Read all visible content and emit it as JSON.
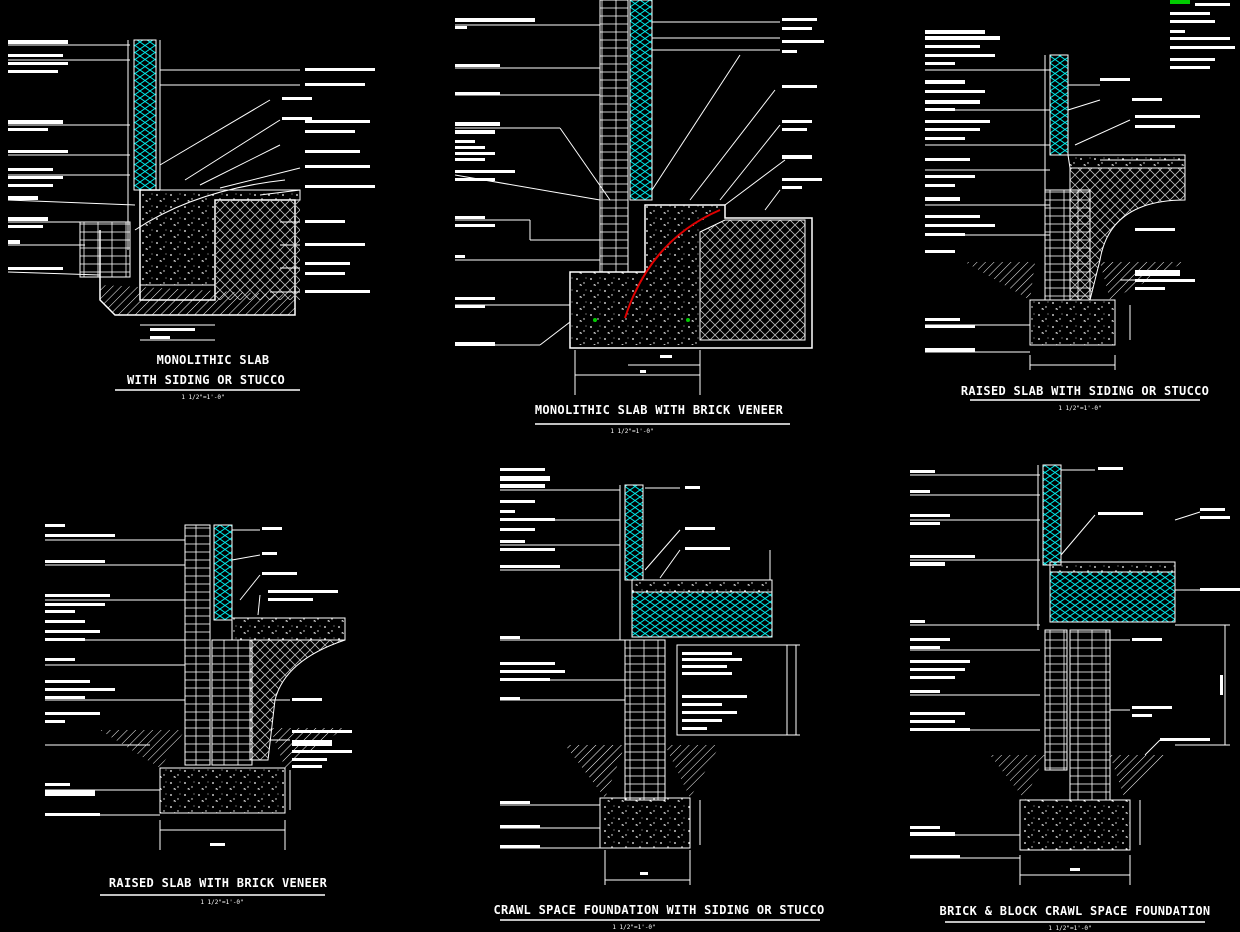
{
  "details": [
    {
      "title_line1": "MONOLITHIC SLAB",
      "title_line2": "WITH SIDING OR STUCCO",
      "scale": "1 1/2\"=1'-0\""
    },
    {
      "title_line1": "MONOLITHIC SLAB WITH BRICK VENEER",
      "scale": "1 1/2\"=1'-0\""
    },
    {
      "title_line1": "RAISED SLAB WITH SIDING OR STUCCO",
      "scale": "1 1/2\"=1'-0\""
    },
    {
      "title_line1": "RAISED SLAB WITH BRICK VENEER",
      "scale": "1 1/2\"=1'-0\""
    },
    {
      "title_line1": "CRAWL SPACE FOUNDATION WITH SIDING OR STUCCO",
      "scale": "1 1/2\"=1'-0\""
    },
    {
      "title_line1": "BRICK & BLOCK CRAWL SPACE FOUNDATION",
      "scale": "1 1/2\"=1'-0\""
    }
  ],
  "colors": {
    "background": "#000000",
    "linework": "#ffffff",
    "insulation": "#00e5e5",
    "pipe": "#e00000",
    "accent": "#00cc00"
  }
}
